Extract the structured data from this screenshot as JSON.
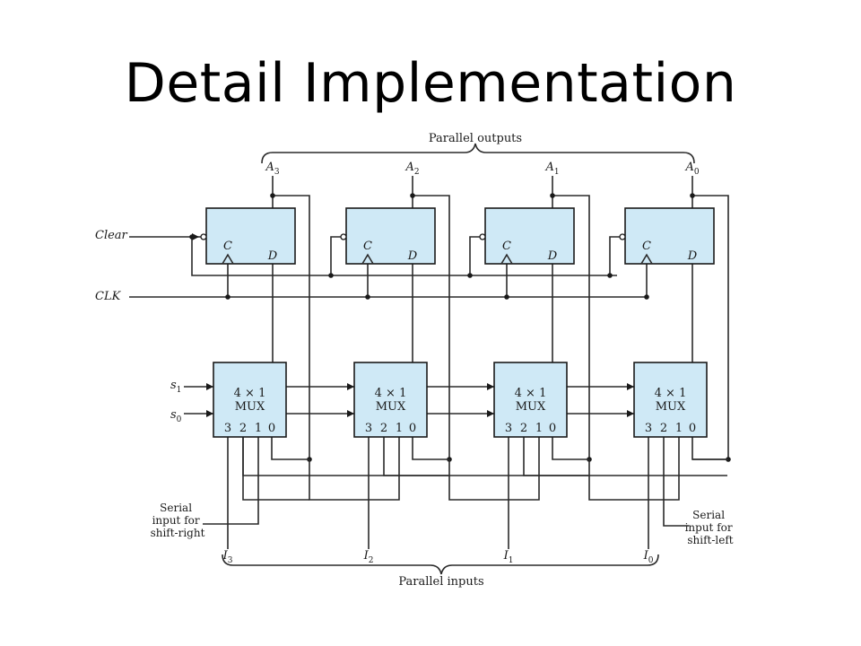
{
  "slide": {
    "title": "Detail Implementation"
  },
  "diagram": {
    "parallel_outputs_label": "Parallel outputs",
    "parallel_inputs_label": "Parallel inputs",
    "clear_label": "Clear",
    "clk_label": "CLK",
    "s1_label": "s",
    "s1_sub": "1",
    "s0_label": "s",
    "s0_sub": "0",
    "serial_right_label": [
      "Serial",
      "input for",
      "shift-right"
    ],
    "serial_left_label": [
      "Serial",
      "input for",
      "shift-left"
    ],
    "flipflops": [
      {
        "output": "A",
        "output_sub": "3",
        "c_label": "C",
        "d_label": "D"
      },
      {
        "output": "A",
        "output_sub": "2",
        "c_label": "C",
        "d_label": "D"
      },
      {
        "output": "A",
        "output_sub": "1",
        "c_label": "C",
        "d_label": "D"
      },
      {
        "output": "A",
        "output_sub": "0",
        "c_label": "C",
        "d_label": "D"
      }
    ],
    "muxes": [
      {
        "line1": "4 × 1",
        "line2": "MUX",
        "pins": [
          "3",
          "2",
          "1",
          "0"
        ],
        "input": "I",
        "input_sub": "3"
      },
      {
        "line1": "4 × 1",
        "line2": "MUX",
        "pins": [
          "3",
          "2",
          "1",
          "0"
        ],
        "input": "I",
        "input_sub": "2"
      },
      {
        "line1": "4 × 1",
        "line2": "MUX",
        "pins": [
          "3",
          "2",
          "1",
          "0"
        ],
        "input": "I",
        "input_sub": "1"
      },
      {
        "line1": "4 × 1",
        "line2": "MUX",
        "pins": [
          "3",
          "2",
          "1",
          "0"
        ],
        "input": "I",
        "input_sub": "0"
      }
    ]
  }
}
